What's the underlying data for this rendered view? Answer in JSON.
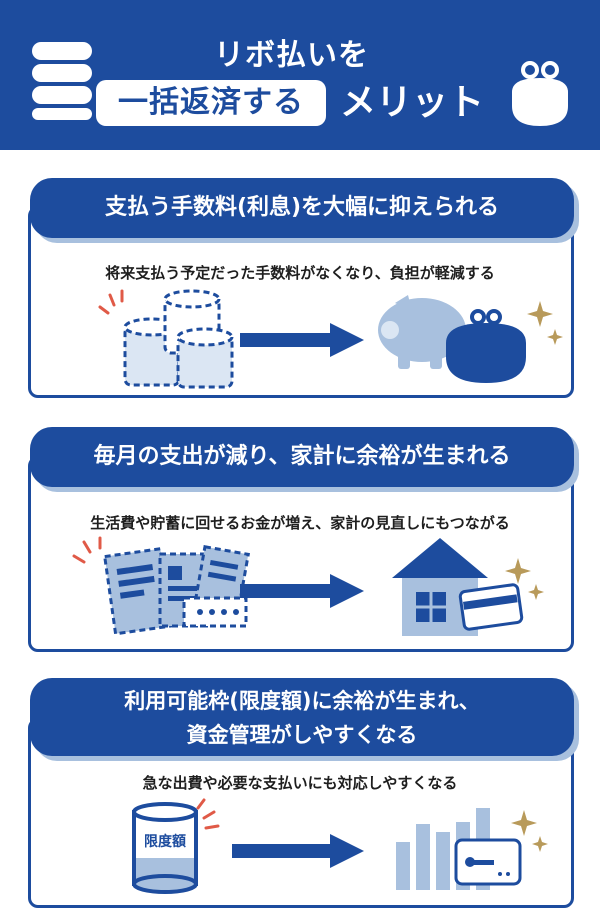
{
  "header": {
    "line1": "リボ払いを",
    "pill": "一括返済する",
    "line2": "メリット",
    "bg": "#1d4c9e",
    "icons": [
      "coin-stack-icon",
      "coin-purse-icon"
    ]
  },
  "sections": [
    {
      "title": "支払う手数料(利息)を大幅に抑えられる",
      "desc": "将来支払う予定だった手数料がなくなり、負担が軽減する",
      "icons": [
        "coin-stacks-icon",
        "arrow-right-icon",
        "piggy-bank-icon",
        "coin-purse-icon",
        "sparkle-icon"
      ]
    },
    {
      "title": "毎月の支出が減り、家計に余裕が生まれる",
      "desc": "生活費や貯蓄に回せるお金が増え、家計の見直しにもつながる",
      "icons": [
        "bills-icon",
        "arrow-right-icon",
        "house-icon",
        "credit-card-icon",
        "sparkle-icon"
      ]
    },
    {
      "title_line1": "利用可能枠(限度額)に余裕が生まれ、",
      "title_line2": "資金管理がしやすくなる",
      "desc": "急な出費や必要な支払いにも対応しやすくなる",
      "cylinder_label": "限度額",
      "icons": [
        "limit-cylinder-icon",
        "arrow-right-icon",
        "bar-chart-icon",
        "credit-card-icon",
        "sparkle-icon"
      ]
    }
  ],
  "colors": {
    "primary": "#1d4c9e",
    "light": "#a8c0de",
    "pale": "#dbe6f3",
    "accent": "#e05a47",
    "gold": "#b89a5a"
  }
}
